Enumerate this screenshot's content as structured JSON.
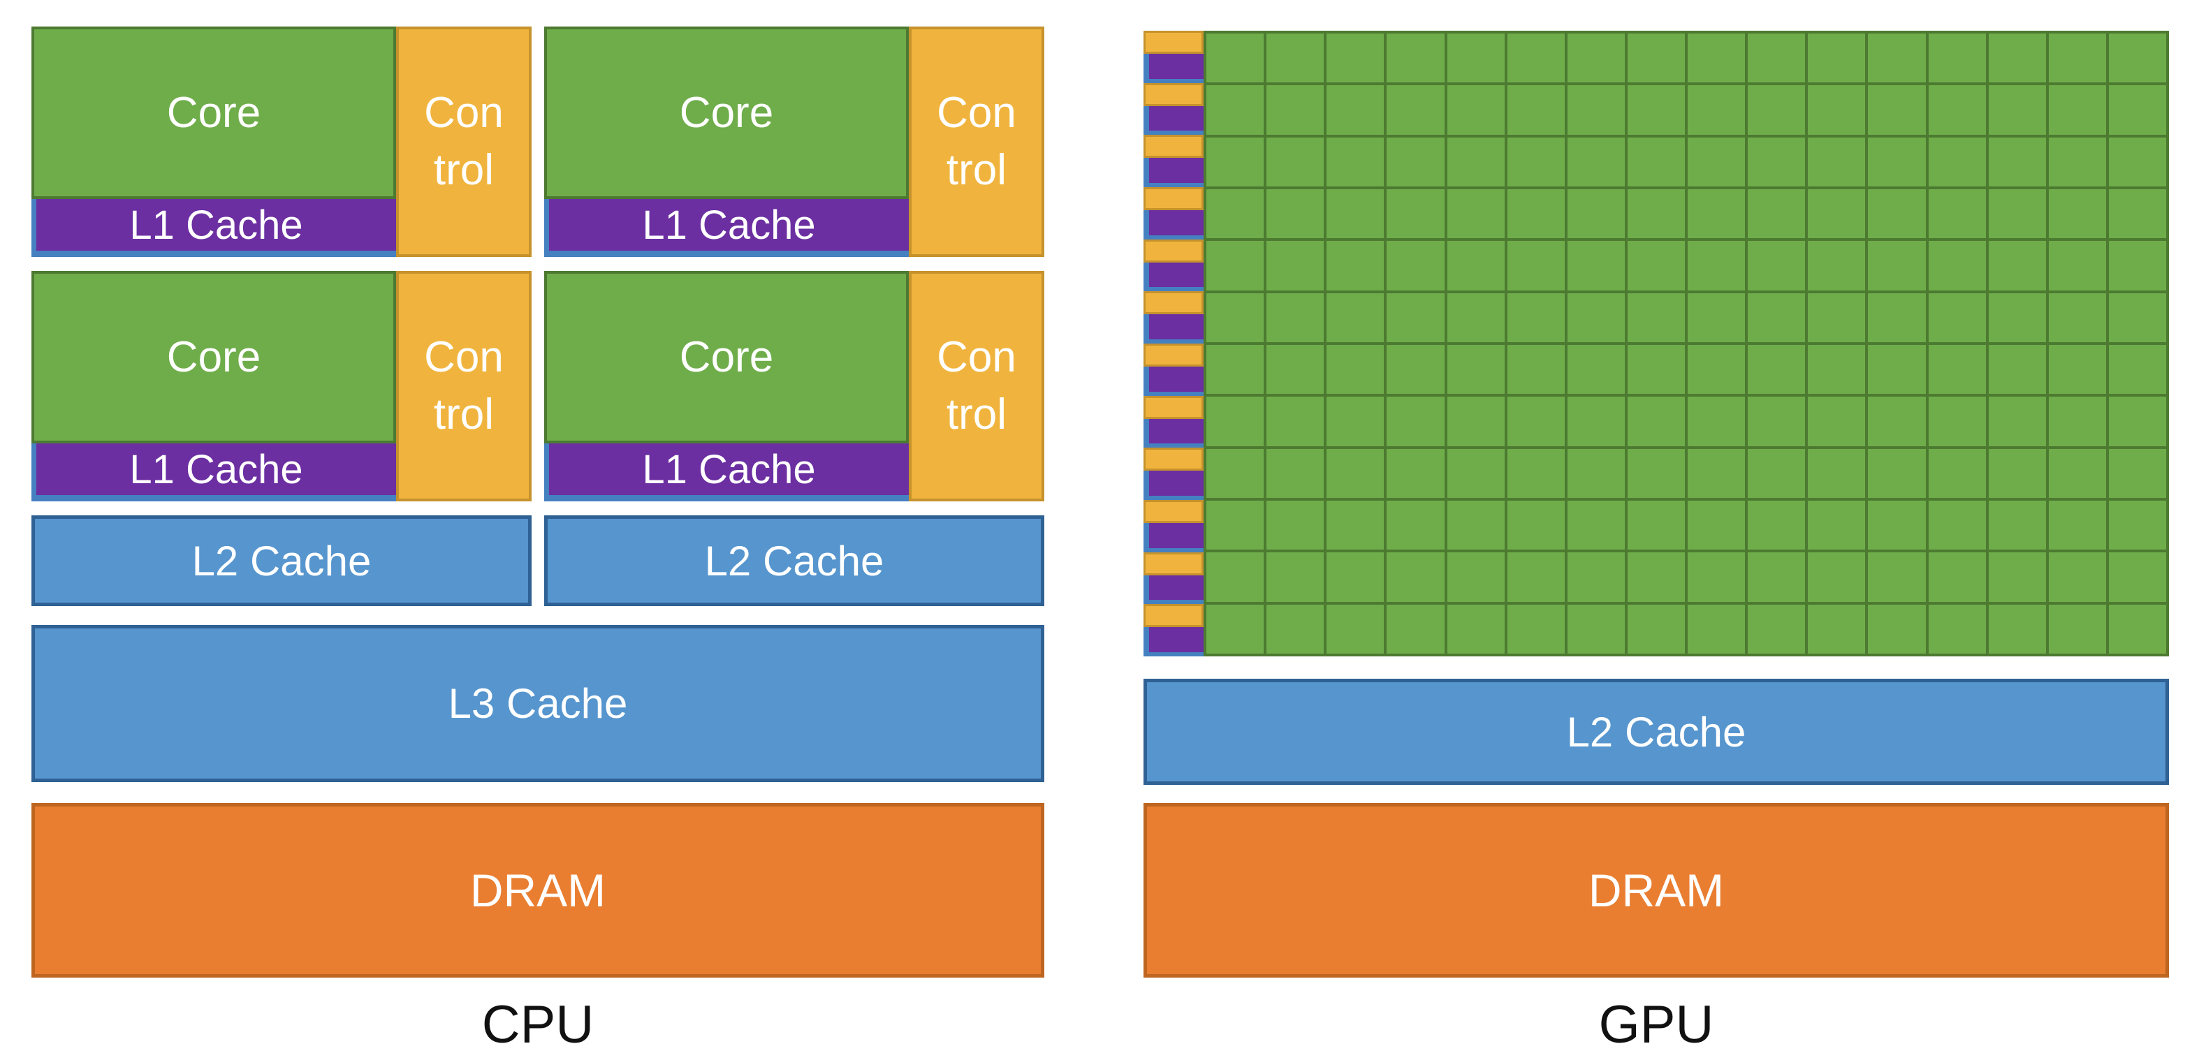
{
  "diagram": {
    "type": "cpu-gpu-architecture-comparison"
  },
  "cpu": {
    "panel_label": "CPU",
    "cores": [
      {
        "core_label": "Core",
        "control_line1": "Con",
        "control_line2": "trol",
        "l1_label": "L1 Cache"
      },
      {
        "core_label": "Core",
        "control_line1": "Con",
        "control_line2": "trol",
        "l1_label": "L1 Cache"
      },
      {
        "core_label": "Core",
        "control_line1": "Con",
        "control_line2": "trol",
        "l1_label": "L1 Cache"
      },
      {
        "core_label": "Core",
        "control_line1": "Con",
        "control_line2": "trol",
        "l1_label": "L1 Cache"
      }
    ],
    "l2_blocks": [
      "L2 Cache",
      "L2 Cache"
    ],
    "l3_label": "L3 Cache",
    "dram_label": "DRAM"
  },
  "gpu": {
    "panel_label": "GPU",
    "grid_rows": 12,
    "grid_columns": 16,
    "l2_label": "L2 Cache",
    "dram_label": "DRAM"
  },
  "colors": {
    "core_green": "#6FAD4B",
    "green_border": "#4D7A31",
    "control_yellow": "#F0B43E",
    "yellow_border": "#C6922C",
    "cache_purple": "#6B2FA1",
    "cache_blue": "#5695CE",
    "blue_border": "#2F6194",
    "strip_blue": "#4580C0",
    "dram_orange": "#E97E31",
    "orange_border": "#BE651F",
    "label_black": "#111111",
    "page_bg": "#FFFFFF"
  }
}
